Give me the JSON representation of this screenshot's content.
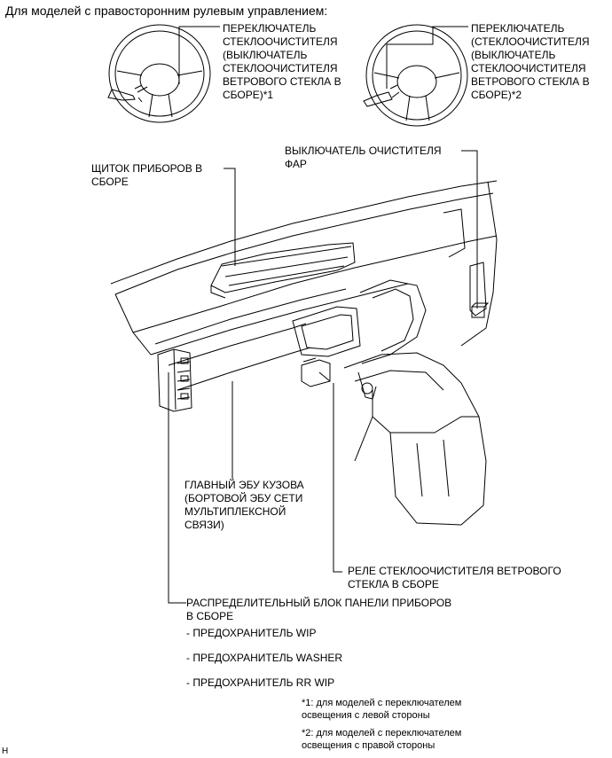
{
  "header": "Для моделей с правосторонним рулевым управлением:",
  "labels": {
    "wiper_switch_left": "ПЕРЕКЛЮЧАТЕЛЬ\nСТЕКЛООЧИСТИТЕЛЯ\n(ВЫКЛЮЧАТЕЛЬ\nСТЕКЛООЧИСТИТЕЛЯ\nВЕТРОВОГО СТЕКЛА В\nСБОРЕ)*1",
    "wiper_switch_right": "ПЕРЕКЛЮЧАТЕЛЬ\n(СТЕКЛООЧИСТИТЕЛЯ\n(ВЫКЛЮЧАТЕЛЬ\nСТЕКЛООЧИСТИТЕЛЯ\nВЕТРОВОГО СТЕКЛА В\nСБОРЕ)*2",
    "headlamp_cleaner_switch": "ВЫКЛЮЧАТЕЛЬ ОЧИСТИТЕЛЯ\nФАР",
    "combination_meter": "ЩИТОК ПРИБОРОВ В\nСБОРЕ",
    "main_body_ecu": "ГЛАВНЫЙ ЭБУ КУЗОВА\n(БОРТОВОЙ ЭБУ СЕТИ\nМУЛЬТИПЛЕКСНОЙ\nСВЯЗИ)",
    "wiper_relay": "РЕЛЕ СТЕКЛООЧИСТИТЕЛЯ ВЕТРОВОГО\nСТЕКЛА В СБОРЕ",
    "junction_block": "РАСПРЕДЕЛИТЕЛЬНЫЙ БЛОК ПАНЕЛИ ПРИБОРОВ\nВ СБОРЕ",
    "fuse_wip": "- ПРЕДОХРАНИТЕЛЬ WIP",
    "fuse_washer": "- ПРЕДОХРАНИТЕЛЬ WASHER",
    "fuse_rr_wip": "- ПРЕДОХРАНИТЕЛЬ RR WIP"
  },
  "notes": {
    "note1": "*1: для моделей с переключателем\nосвещения с левой стороны",
    "note2": "*2: для моделей с переключателем\nосвещения с правой стороны"
  },
  "corner_mark": "H"
}
